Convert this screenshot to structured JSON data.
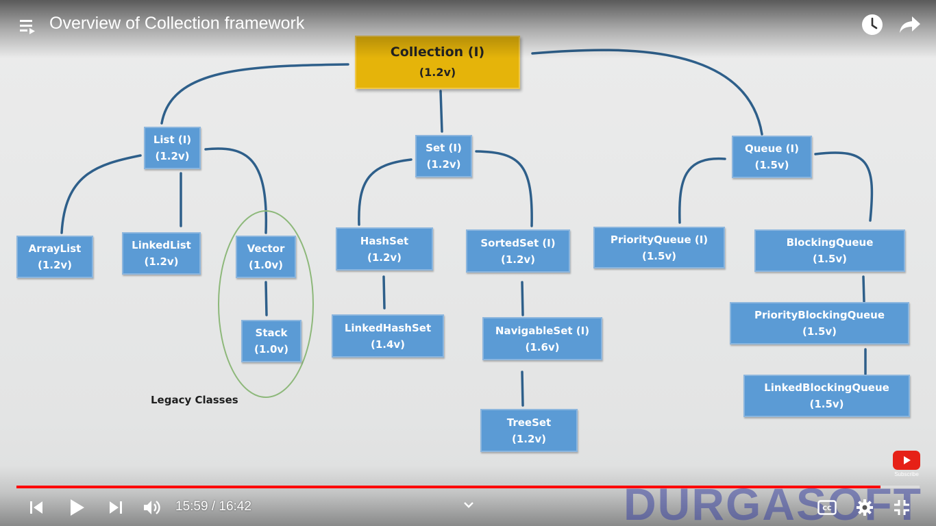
{
  "header": {
    "title": "Overview of Collection framework",
    "playlist_icon": "playlist-icon",
    "watch_later_icon": "clock-icon",
    "share_icon": "share-icon"
  },
  "diagram": {
    "root": {
      "name": "Collection (I)",
      "version": "(1.2v)"
    },
    "nodes": {
      "list": {
        "name": "List (I)",
        "version": "(1.2v)"
      },
      "set": {
        "name": "Set (I)",
        "version": "(1.2v)"
      },
      "queue": {
        "name": "Queue (I)",
        "version": "(1.5v)"
      },
      "arraylist": {
        "name": "ArrayList",
        "version": "(1.2v)"
      },
      "linkedlist": {
        "name": "LinkedList",
        "version": "(1.2v)"
      },
      "vector": {
        "name": "Vector",
        "version": "(1.0v)"
      },
      "stack": {
        "name": "Stack",
        "version": "(1.0v)"
      },
      "hashset": {
        "name": "HashSet",
        "version": "(1.2v)"
      },
      "linkedhashset": {
        "name": "LinkedHashSet",
        "version": "(1.4v)"
      },
      "sortedset": {
        "name": "SortedSet (I)",
        "version": "(1.2v)"
      },
      "navigableset": {
        "name": "NavigableSet (I)",
        "version": "(1.6v)"
      },
      "treeset": {
        "name": "TreeSet",
        "version": "(1.2v)"
      },
      "priorityqueue": {
        "name": "PriorityQueue (I)",
        "version": "(1.5v)"
      },
      "blockingqueue": {
        "name": "BlockingQueue",
        "version": "(1.5v)"
      },
      "priorityblockingqueue": {
        "name": "PriorityBlockingQueue",
        "version": "(1.5v)"
      },
      "linkedblockingqueue": {
        "name": "LinkedBlockingQueue",
        "version": "(1.5v)"
      }
    },
    "legacy_label": "Legacy Classes"
  },
  "player": {
    "current_time": "15:59",
    "duration": "16:42",
    "time_display": "15:59 / 16:42",
    "progress_fraction": 0.957,
    "watermark": "DURGASOFT",
    "subscribe_label": "Subscribe",
    "colors": {
      "progress": "#ff0000",
      "node": "#5b9bd5",
      "root": "#e5b40a"
    }
  }
}
